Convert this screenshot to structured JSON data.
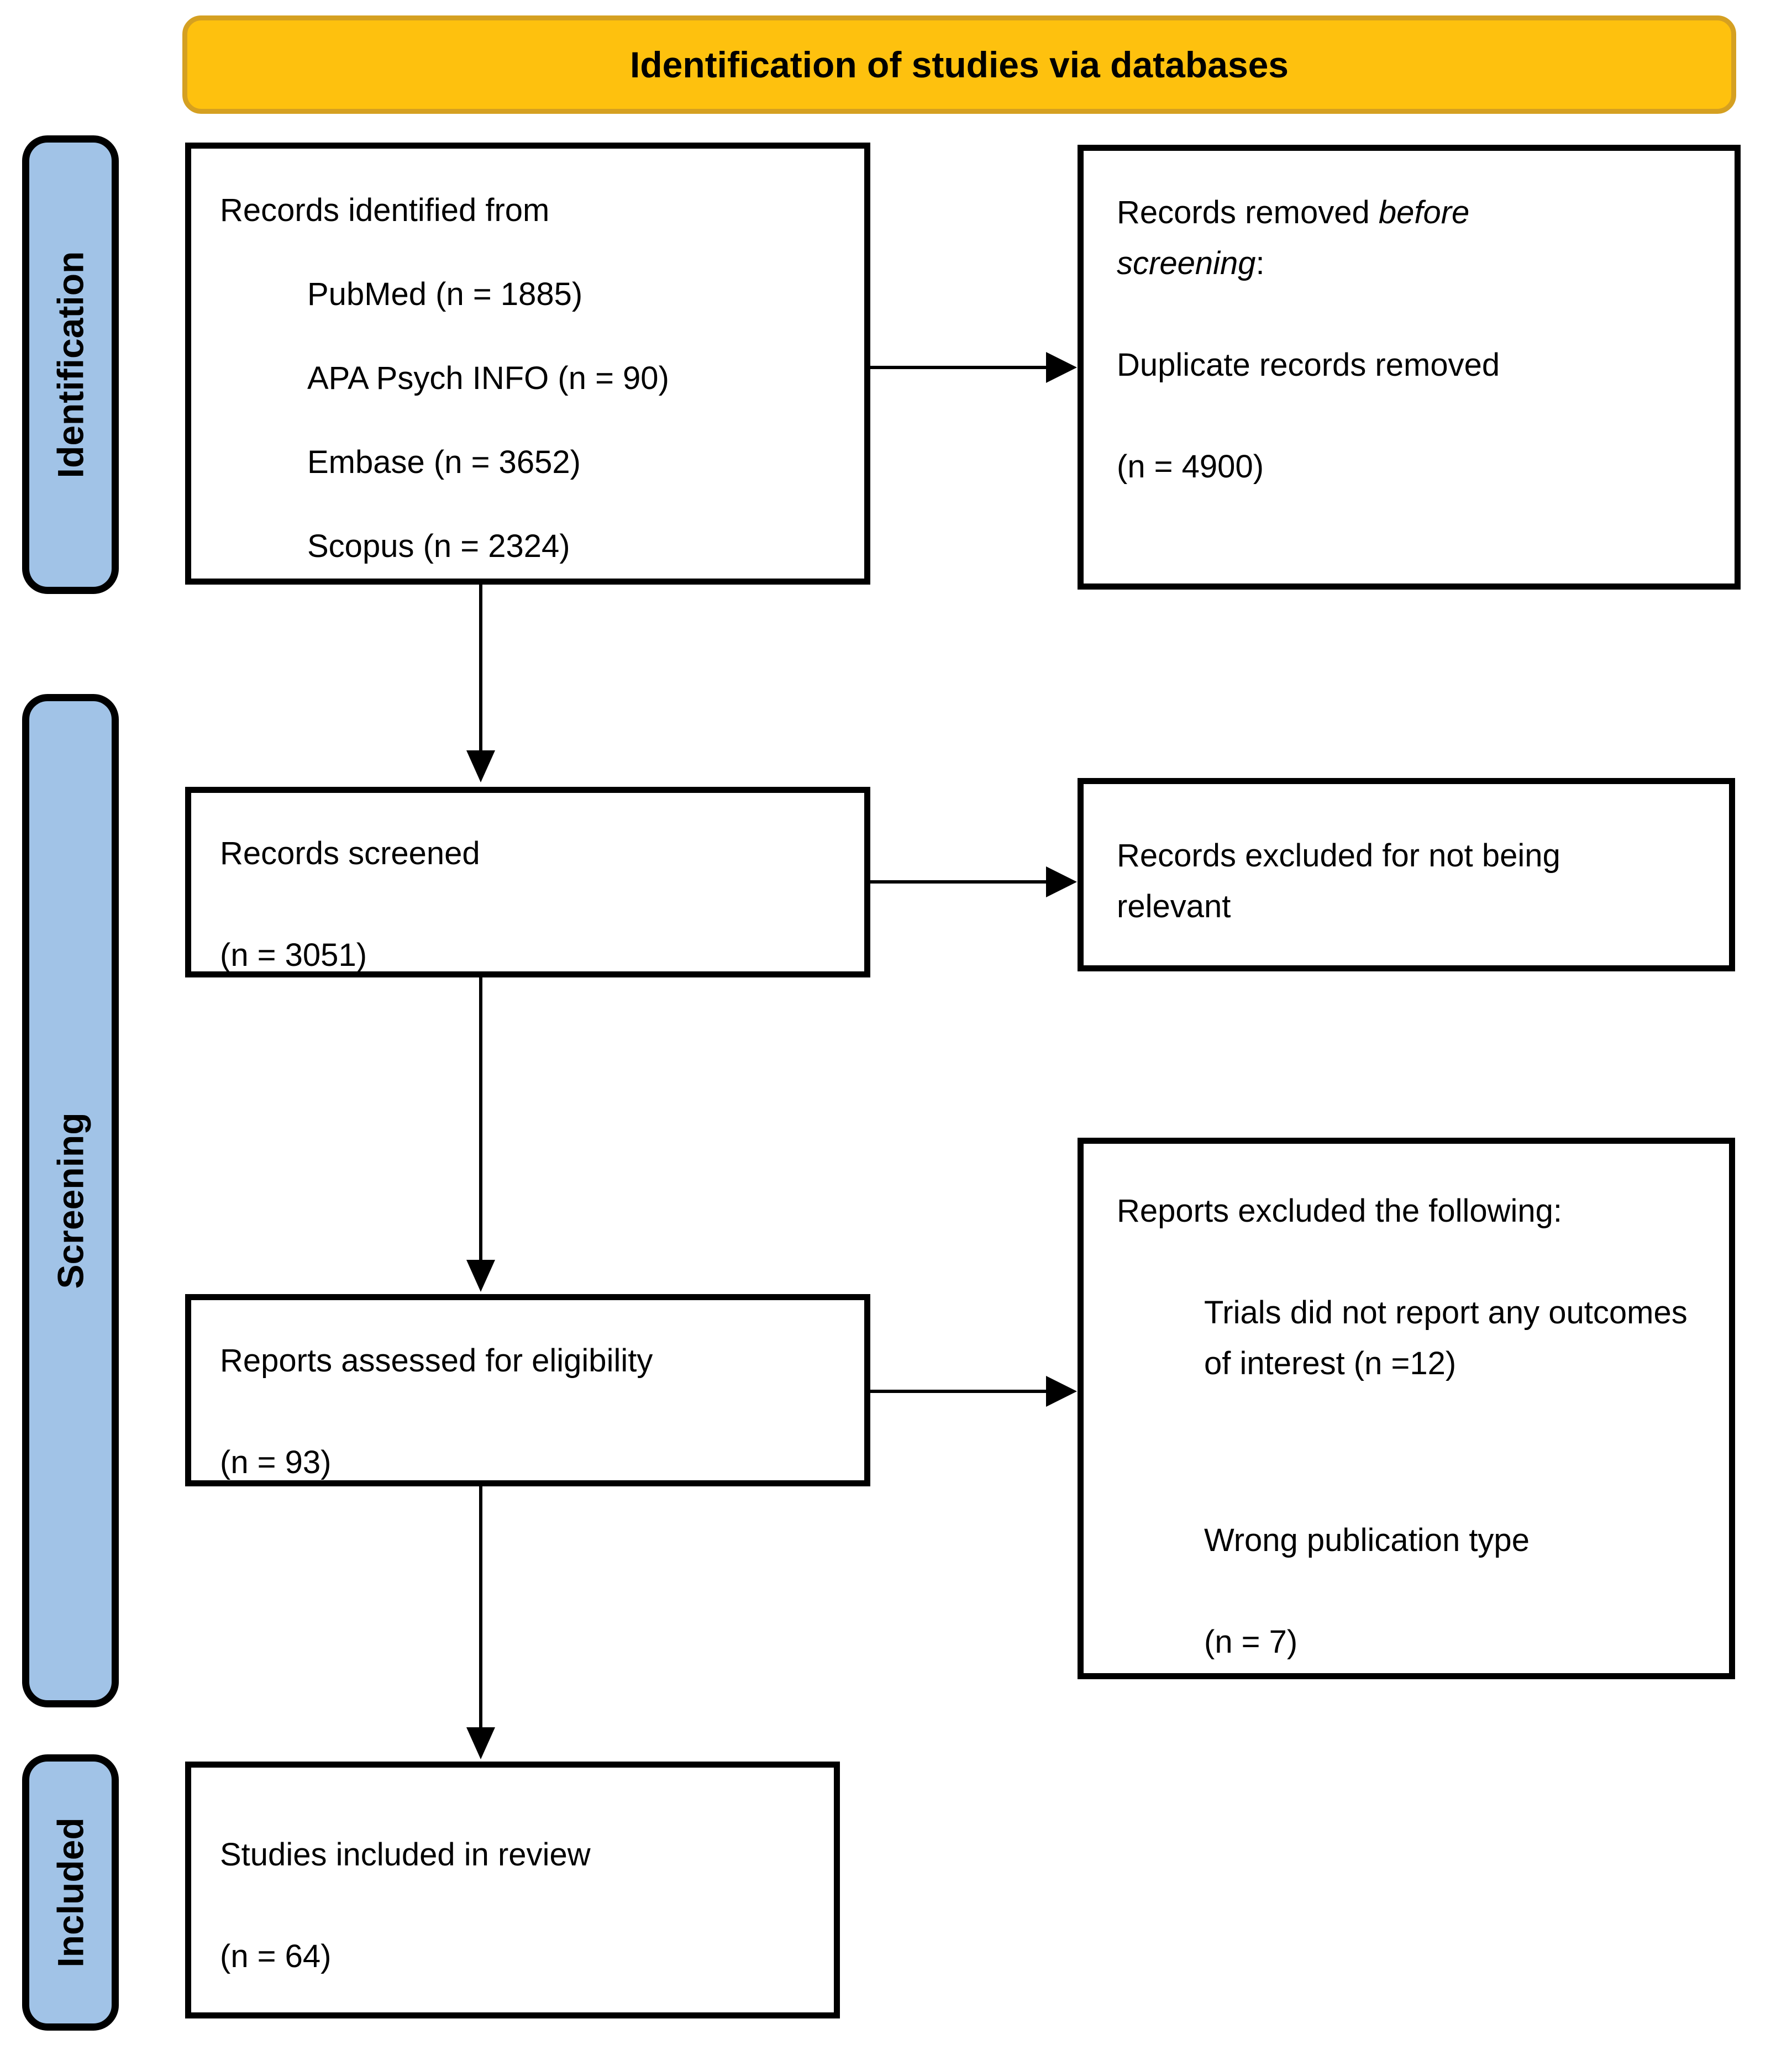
{
  "header": {
    "title": "Identification of studies via databases"
  },
  "stages": {
    "identification": "Identification",
    "screening": "Screening",
    "included": "Included"
  },
  "boxes": {
    "identified": {
      "title": "Records identified from",
      "items": [
        "PubMed (n = 1885)",
        "APA Psych INFO (n = 90)",
        "Embase (n = 3652)",
        "Scopus (n = 2324)"
      ]
    },
    "removed": {
      "line1_normal": "Records removed ",
      "line1_italic": "before",
      "line2_italic": "screening",
      "line2_suffix": ":",
      "reason": "Duplicate records removed",
      "count": "(n = 4900)"
    },
    "screened": {
      "title": "Records screened",
      "count": "(n = 3051)"
    },
    "excluded_relevance": {
      "text": "Records excluded for not being relevant"
    },
    "assessed": {
      "title": "Reports assessed for eligibility",
      "count": "(n = 93)"
    },
    "excluded_reports": {
      "title": "Reports excluded the following:",
      "reason1": "Trials did not report any outcomes of interest (n =12)",
      "reason2": "Wrong publication type",
      "reason2_count": "(n = 7)"
    },
    "included": {
      "title": "Studies included in review",
      "count": "(n = 64)"
    }
  },
  "colors": {
    "banner_fill": "#FEC10E",
    "banner_border": "#D5A021",
    "stage_fill": "#A1C3E7",
    "line": "#000000"
  }
}
